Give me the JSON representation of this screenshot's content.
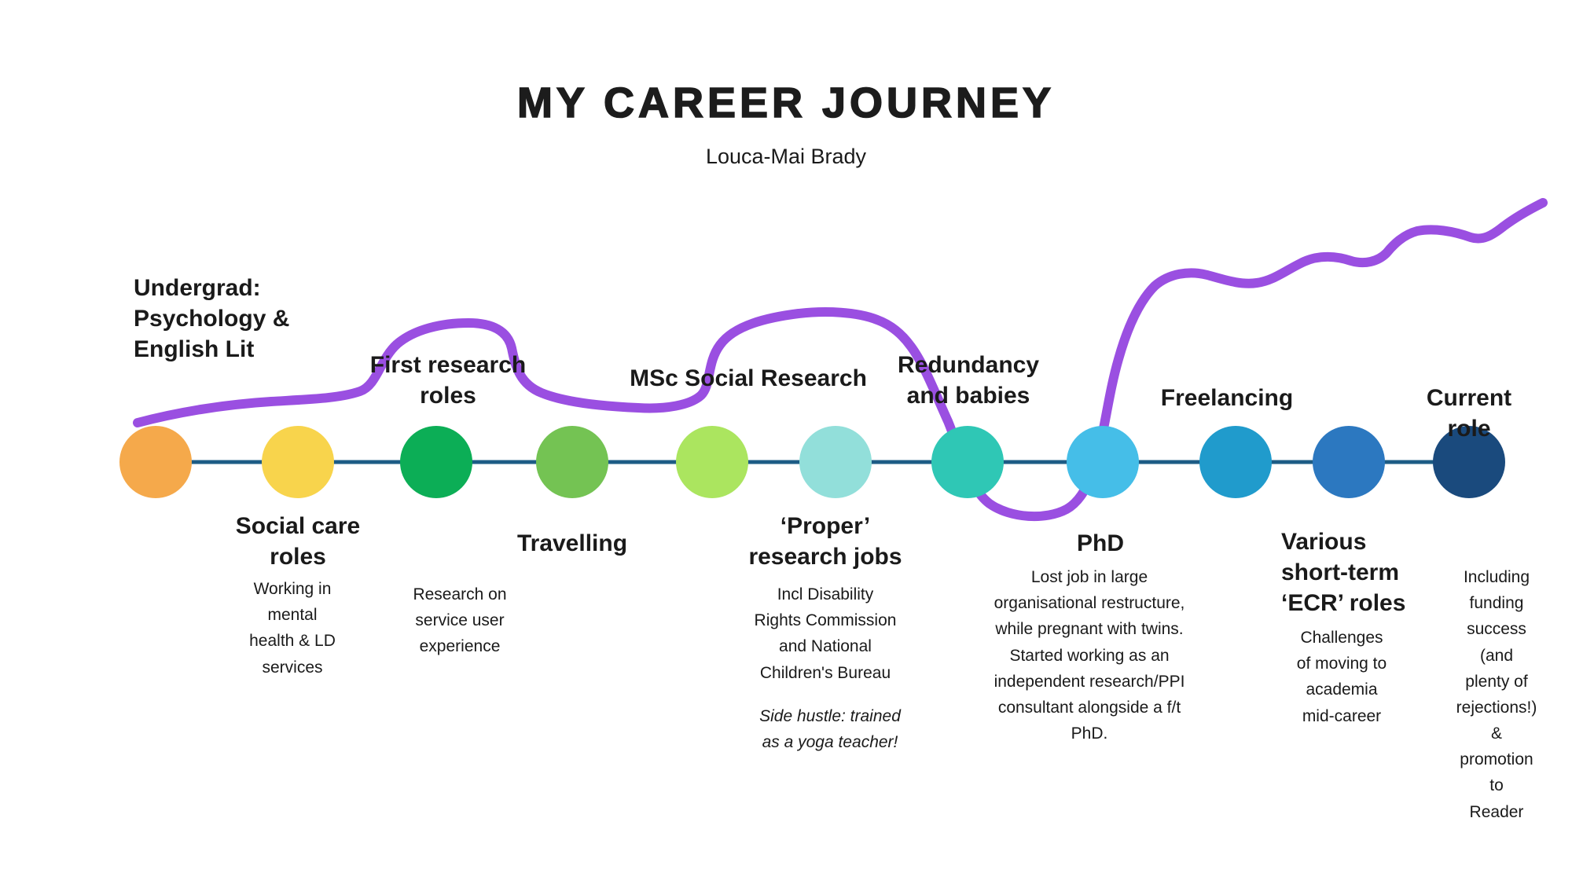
{
  "title": "MY CAREER JOURNEY",
  "subtitle": "Louca-Mai Brady",
  "colors": {
    "timeline_line": "#1d5c85",
    "squiggle": "#9a4fe1",
    "text": "#1a1a1a"
  },
  "dots": [
    {
      "id": "undergrad",
      "color": "#F5A94B"
    },
    {
      "id": "social-care-roles",
      "color": "#F8D44C"
    },
    {
      "id": "first-research-roles",
      "color": "#0CAE56"
    },
    {
      "id": "travelling",
      "color": "#74C353"
    },
    {
      "id": "msc-social-research",
      "color": "#ABE55F"
    },
    {
      "id": "proper-research-jobs",
      "color": "#92DFDA"
    },
    {
      "id": "redundancy-and-babies",
      "color": "#2FC7B5"
    },
    {
      "id": "phd",
      "color": "#45BEE8"
    },
    {
      "id": "freelancing",
      "color": "#209BCC"
    },
    {
      "id": "ecr-roles",
      "color": "#2C78C0"
    },
    {
      "id": "current-role",
      "color": "#1A4A7D"
    }
  ],
  "labels": {
    "undergrad": "Undergrad:\nPsychology &\nEnglish Lit",
    "first_research": "First research\nroles",
    "msc": "MSc Social Research",
    "redundancy": "Redundancy\nand babies",
    "freelancing": "Freelancing",
    "current_role": "Current role",
    "social_care_title": "Social care\nroles",
    "social_care_desc": "Working in\nmental\nhealth & LD\nservices",
    "first_research_desc": "Research on\nservice user\nexperience",
    "travelling": "Travelling",
    "proper_title": "‘Proper’\nresearch jobs",
    "proper_desc": "Incl Disability\nRights Commission\nand National\nChildren's Bureau",
    "side_hustle": "Side hustle: trained\nas a yoga teacher!",
    "phd_title": "PhD",
    "phd_desc": "Lost job in large\norganisational restructure,\nwhile pregnant with twins.\nStarted working as an\nindependent research/PPI\nconsultant alongside a f/t\nPhD.",
    "ecr_title": "Various\nshort-term\n‘ECR’ roles",
    "ecr_desc": "Challenges\nof moving to\nacademia\nmid-career",
    "current_desc": "Including\nfunding success\n(and plenty of\nrejections!)\n& promotion to\nReader"
  }
}
